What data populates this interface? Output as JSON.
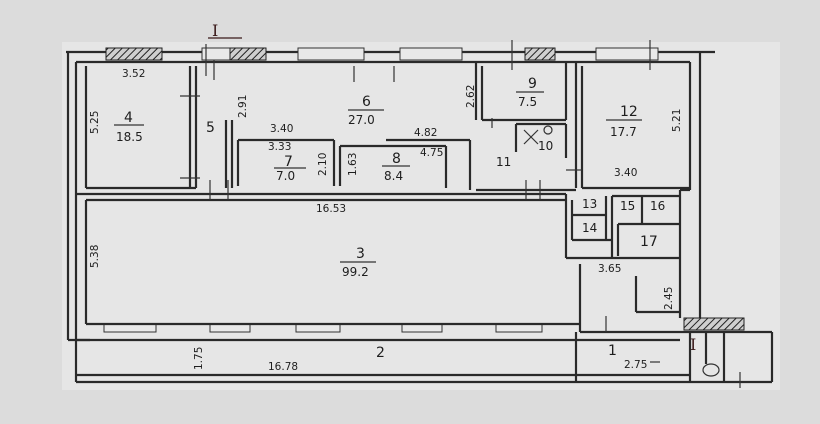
{
  "section_marker": "I",
  "rooms": [
    {
      "id": "1",
      "area": ""
    },
    {
      "id": "2",
      "area": ""
    },
    {
      "id": "3",
      "area": "99.2"
    },
    {
      "id": "4",
      "area": "18.5"
    },
    {
      "id": "5",
      "area": ""
    },
    {
      "id": "6",
      "area": "27.0"
    },
    {
      "id": "7",
      "area": "7.0"
    },
    {
      "id": "8",
      "area": "8.4"
    },
    {
      "id": "9",
      "area": "7.5"
    },
    {
      "id": "10",
      "area": ""
    },
    {
      "id": "11",
      "area": ""
    },
    {
      "id": "12",
      "area": "17.7"
    },
    {
      "id": "13",
      "area": ""
    },
    {
      "id": "14",
      "area": ""
    },
    {
      "id": "15",
      "area": ""
    },
    {
      "id": "16",
      "area": ""
    },
    {
      "id": "17",
      "area": ""
    }
  ],
  "dimensions": [
    "3.52",
    "5.25",
    "2.91",
    "3.40",
    "3.33",
    "2.10",
    "1.63",
    "4.82",
    "4.75",
    "2.62",
    "5.21",
    "3.40",
    "16.53",
    "5.38",
    "3.65",
    "2.45",
    "1.75",
    "16.78",
    "2.75"
  ]
}
